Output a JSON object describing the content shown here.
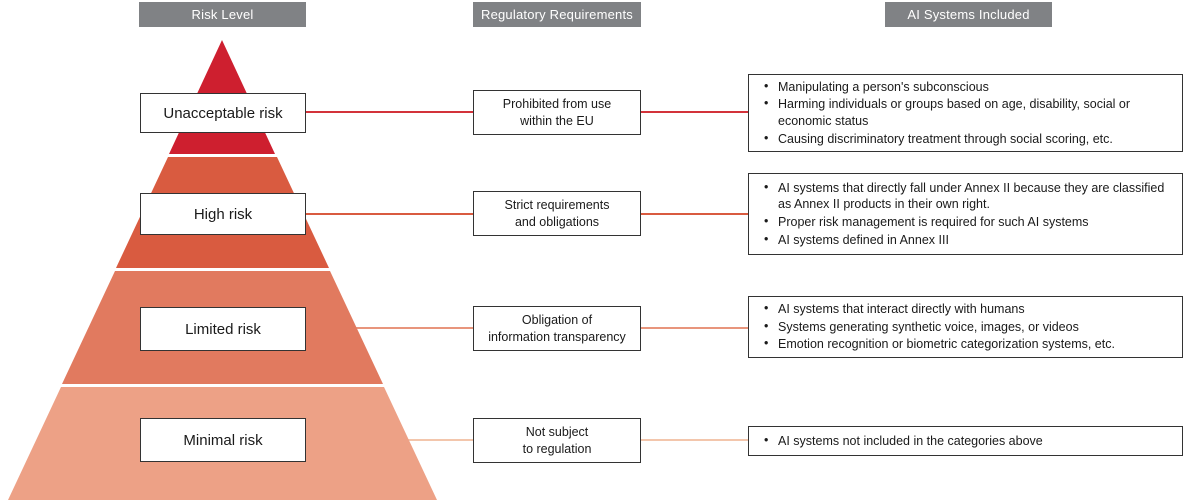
{
  "headers": [
    "Risk Level",
    "Regulatory Requirements",
    "AI Systems Included"
  ],
  "colors": {
    "header_bg": "#808285",
    "header_text": "#ffffff",
    "box_border": "#333333"
  },
  "rows": [
    {
      "risk_label": "Unacceptable risk",
      "band_color": "#ce1f2f",
      "line_color": "#d3323a",
      "regulation": "Prohibited from use\nwithin the EU",
      "bullets": [
        "Manipulating a person's subconscious",
        "Harming individuals or groups based on age, disability, social or economic status",
        "Causing discriminatory treatment through social scoring, etc."
      ]
    },
    {
      "risk_label": "High risk",
      "band_color": "#d95b40",
      "line_color": "#d95b40",
      "regulation": "Strict requirements\nand obligations",
      "bullets": [
        "AI systems that directly fall under Annex II because they are classified as Annex II products in their own right.",
        "Proper risk management is required for such AI systems",
        "AI systems defined in Annex III"
      ]
    },
    {
      "risk_label": "Limited risk",
      "band_color": "#e17a5f",
      "line_color": "#e8957c",
      "regulation": "Obligation of\ninformation transparency",
      "bullets": [
        "AI systems that interact directly with humans",
        "Systems generating synthetic voice, images, or videos",
        "Emotion recognition or biometric categorization systems, etc."
      ]
    },
    {
      "risk_label": "Minimal risk",
      "band_color": "#eda186",
      "line_color": "#f3c6ac",
      "regulation": "Not subject\nto regulation",
      "bullets": [
        "AI systems not included in the categories above"
      ]
    }
  ]
}
